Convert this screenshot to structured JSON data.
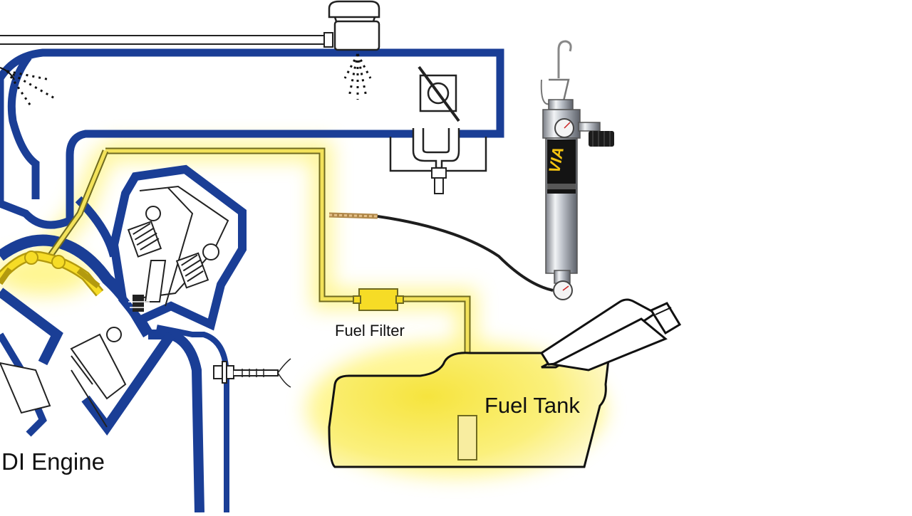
{
  "labels": {
    "fuel_filter": "Fuel Filter",
    "fuel_tank": "Fuel Tank",
    "engine": "DI Engine"
  },
  "device": {
    "brand": "VIA"
  },
  "colors": {
    "engine_blue": "#1a3e96",
    "fuel_yellow": "#f3e25a",
    "glow_yellow": "#fff36e",
    "hose_black": "#1d1d1d",
    "outline": "#111111"
  },
  "icons": [
    "throttle-plate-icon",
    "spray-nozzle-icon",
    "oxygen-sensor-icon",
    "spark-plug-icon",
    "pressure-gauge-icon"
  ]
}
